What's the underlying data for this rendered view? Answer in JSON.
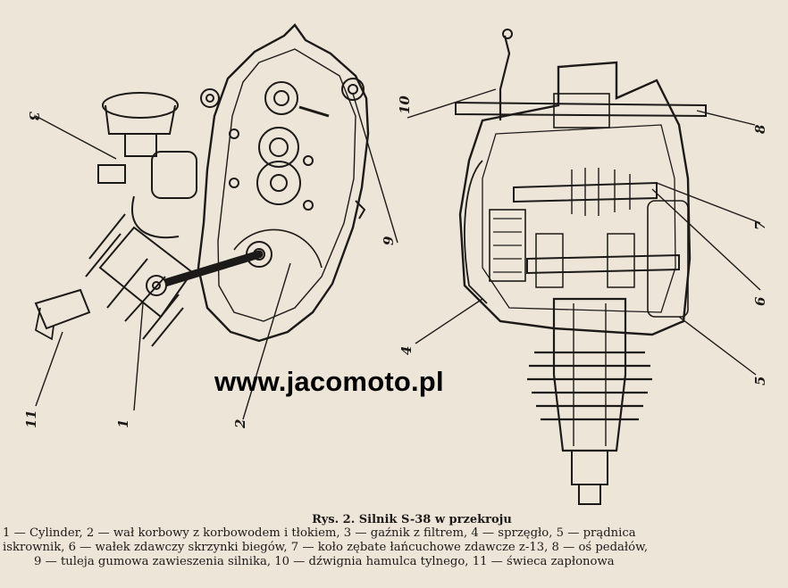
{
  "watermark": "www.jacomoto.pl",
  "caption": {
    "title": "Rys. 2. Silnik S-38 w przekroju",
    "lines": [
      "1 — Cylinder, 2 — wał korbowy z korbowodem i tłokiem, 3 — gaźnik z filtrem, 4 — sprzęgło, 5 — prądnica",
      "iskrownik, 6 — wałek zdawczy skrzynki biegów, 7 — koło zębate łańcuchowe zdawcze z-13, 8 — oś pedałów,",
      "9 — tuleja gumowa zawieszenia silnika, 10 — dźwignia hamulca tylnego, 11 — świeca zapłonowa"
    ]
  },
  "labels": {
    "l1": "1",
    "l2": "2",
    "l3": "3",
    "l4": "4",
    "l5": "5",
    "l6": "6",
    "l7": "7",
    "l8": "8",
    "l9": "9",
    "l10": "10",
    "l11": "11"
  },
  "colors": {
    "ink": "#1c1a18",
    "paper": "#eee5d9"
  }
}
